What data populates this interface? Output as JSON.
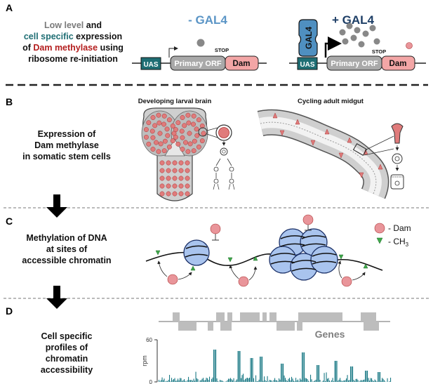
{
  "panels": {
    "a": {
      "letter": "A",
      "line1_grey": "Low level",
      "line1_rest": " and",
      "line2_teal": "cell specific",
      "line2_rest": " expression",
      "line3_pre": "of ",
      "line3_red": "Dam methylase",
      "line3_rest": " using",
      "line4": "ribosome re-initiation",
      "minus_title": "- GAL4",
      "plus_title": "+ GAL4",
      "gal4_label": "GAL4",
      "uas_label": "UAS",
      "orf_label": "Primary ORF",
      "dam_label": "Dam",
      "stop_label": "STOP"
    },
    "b": {
      "letter": "B",
      "brain_title": "Developing larval brain",
      "midgut_title": "Cycling adult midgut",
      "text_line1": "Expression of",
      "text_line2": "Dam methylase",
      "text_line3": "in somatic stem cells"
    },
    "c": {
      "letter": "C",
      "text_line1": "Methylation of DNA",
      "text_line2": "at sites of",
      "text_line3": "accessible chromatin",
      "legend_dam": "- Dam",
      "legend_ch3": "- CH",
      "legend_ch3_sub": "3"
    },
    "d": {
      "letter": "D",
      "text_line1": "Cell specific",
      "text_line2": "profiles of",
      "text_line3": "chromatin",
      "text_line4": "accessibility",
      "genes_label": "Genes",
      "y_label": "rpm",
      "y_max": "60",
      "y_min": "0"
    }
  },
  "colors": {
    "teal": "#1f6e74",
    "red": "#b31d1d",
    "dam_pink": "#e9959a",
    "gal4_blue": "#4f8fc0",
    "minus_blue": "#5b95c6",
    "plus_navy": "#1d3e66",
    "nucleosome": "#a9c4ee",
    "ch3_green": "#3fa84a",
    "track_teal": "#1b7a86"
  }
}
